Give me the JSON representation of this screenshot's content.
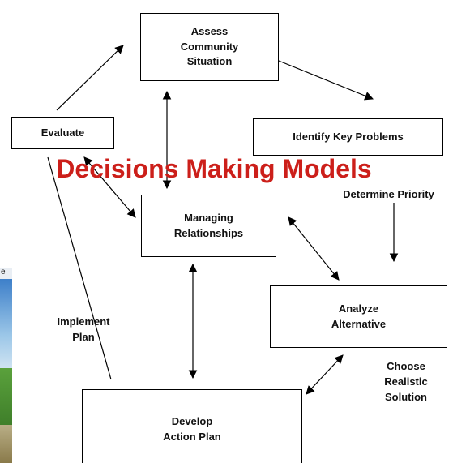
{
  "colors": {
    "title": "#cc1f1a",
    "line": "#000000",
    "box_border": "#000000"
  },
  "title": "Decisions Making Models",
  "nodes": {
    "assess": "Assess\nCommunity\nSituation",
    "identify": "Identify Key Problems",
    "evaluate": "Evaluate",
    "managing": "Managing\nRelationships",
    "analyze": "Analyze\nAlternative",
    "develop": "Develop\nAction Plan"
  },
  "labels": {
    "determine_priority": "Determine Priority",
    "implement_plan": "Implement\nPlan",
    "choose_solution": "Choose\nRealistic\nSolution"
  },
  "side_photo": {
    "corner_text": "e",
    "colors": [
      "#3d7fc9",
      "#9cc7e8",
      "#cfe3f2",
      "#5aa13c",
      "#8a7a4a"
    ]
  }
}
